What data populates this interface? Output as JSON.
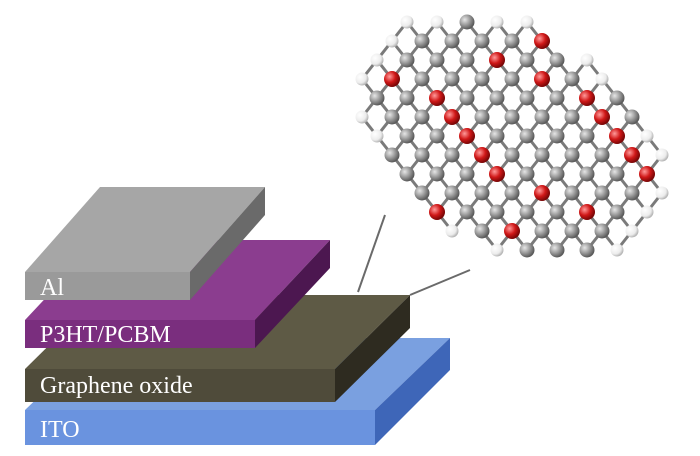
{
  "layers": [
    {
      "id": "ito",
      "label": "ITO",
      "top": "#7aa0e0",
      "front": "#6a93df",
      "side": "#3e66b8"
    },
    {
      "id": "go",
      "label": "Graphene oxide",
      "top": "#5e5a45",
      "front": "#4f4b3a",
      "side": "#2e2b20"
    },
    {
      "id": "p3ht",
      "label": "P3HT/PCBM",
      "top": "#8b3d8f",
      "front": "#7a2e7e",
      "side": "#4c1750"
    },
    {
      "id": "al",
      "label": "Al",
      "top": "#a6a6a6",
      "front": "#9a9a9a",
      "side": "#6a6a6a"
    }
  ],
  "molecule": {
    "carbon_color": "#8f8f8f",
    "oxygen_color": "#d01818",
    "hydrogen_color": "#f4f4f4"
  }
}
